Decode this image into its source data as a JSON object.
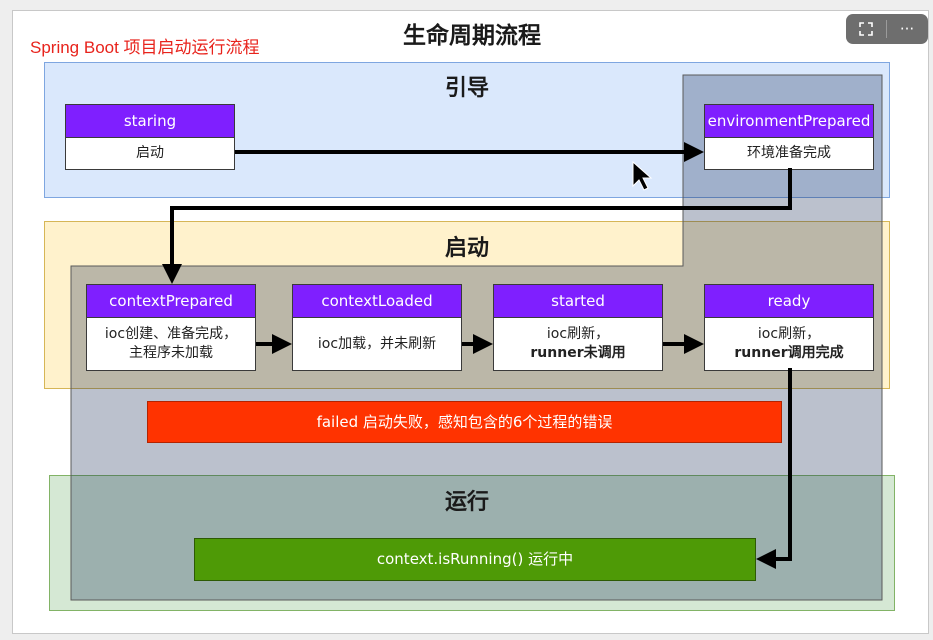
{
  "header": {
    "subtitle": "Spring Boot 项目启动运行流程",
    "title": "生命周期流程"
  },
  "viewer_controls": {
    "expand_icon": "expand-icon",
    "more_label": "···"
  },
  "regions": {
    "boot": {
      "title": "引导",
      "color": "#dae8fc"
    },
    "start": {
      "title": "启动",
      "color": "#fff2cc"
    },
    "run": {
      "title": "运行",
      "color": "#d5e8d4"
    }
  },
  "nodes": {
    "staring": {
      "name": "staring",
      "desc": [
        "启动"
      ]
    },
    "environment_prepared": {
      "name": "environmentPrepared",
      "desc": [
        "环境准备完成"
      ]
    },
    "context_prepared": {
      "name": "contextPrepared",
      "desc": [
        "ioc创建、准备完成，",
        "主程序未加载"
      ]
    },
    "context_loaded": {
      "name": "contextLoaded",
      "desc": [
        "ioc加载，并未刷新"
      ]
    },
    "started": {
      "name": "started",
      "desc": [
        "ioc刷新，",
        "runner未调用"
      ]
    },
    "ready": {
      "name": "ready",
      "desc": [
        "ioc刷新，",
        "runner调用完成"
      ]
    }
  },
  "failed": {
    "label": "failed  启动失败，感知包含的6个过程的错误",
    "color": "#ff3300"
  },
  "running": {
    "label": "context.isRunning()  运行中",
    "color": "#4e9a06"
  },
  "colors": {
    "node_header": "#7f1fff",
    "subtitle": "#e8231c"
  }
}
